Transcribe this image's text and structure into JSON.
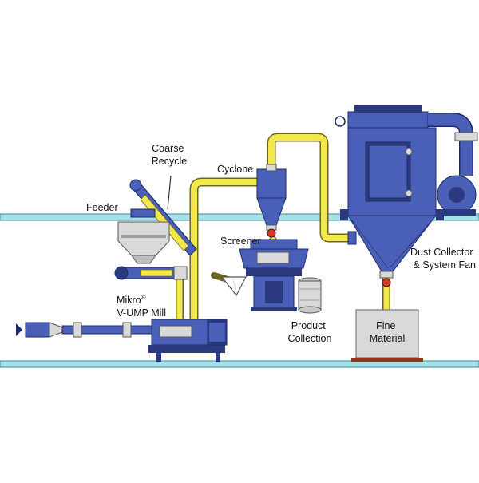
{
  "labels": {
    "coarse_recycle": [
      "Coarse",
      "Recycle"
    ],
    "cyclone": "Cyclone",
    "feeder": "Feeder",
    "screener": "Screener",
    "dust_collector": [
      "Dust Collector",
      "& System Fan"
    ],
    "mill": [
      "Mikro",
      "®",
      "V-UMP Mill"
    ],
    "product_collection": [
      "Product",
      "Collection"
    ],
    "fine_material": [
      "Fine",
      "Material"
    ]
  },
  "colors": {
    "equipment_blue": "#4a5fb8",
    "equipment_dark": "#2b3a7e",
    "pipe_yellow": "#f2e84b",
    "floor_line": "#8fd3dd",
    "steel_light": "#d9d9d9",
    "valve_red": "#d23a2a"
  }
}
